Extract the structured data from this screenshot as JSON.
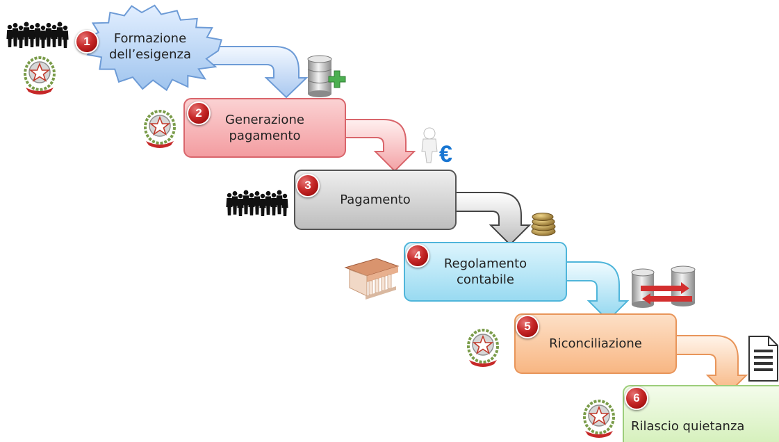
{
  "steps": [
    {
      "number": "1",
      "label": "Formazione\ndell’esigenza",
      "color": "#b9d5f5",
      "border": "#6d9bd6"
    },
    {
      "number": "2",
      "label": "Generazione\npagamento",
      "color": "#f6a8aa",
      "border": "#d9656b"
    },
    {
      "number": "3",
      "label": "Pagamento",
      "color": "#c9c9c9",
      "border": "#555555"
    },
    {
      "number": "4",
      "label": "Regolamento\ncontabile",
      "color": "#a9e3f5",
      "border": "#4fb5da"
    },
    {
      "number": "5",
      "label": "Riconciliazione",
      "color": "#fbc79a",
      "border": "#e8955a"
    },
    {
      "number": "6",
      "label": "Rilascio quietanza",
      "color": "#dff5c9",
      "border": "#9ccd7a"
    }
  ],
  "icons": [
    "people-silhouettes-icon",
    "republic-emblem-icon",
    "database-add-icon",
    "euro-person-icon",
    "coins-icon",
    "bank-icon",
    "database-sync-icon",
    "document-icon"
  ]
}
